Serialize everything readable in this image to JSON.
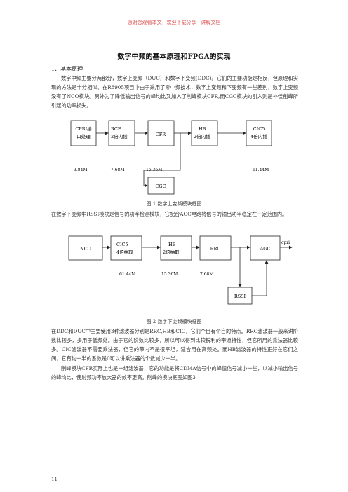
{
  "banner": "感谢您观看本文，欢迎下载分享 · 讲解文档",
  "title": "数字中频的基本原理和FPGA的实现",
  "section1": "1、基本原理",
  "para1": "数字中频主要分两部分，数字上变频（DUC）和数字下变频(DDC)。它们的主要功能是相反，但原理和实现的方法是十分相似。在R8905项目中由于采用了零中频技术，数字上变频和下变频有一些差别，数字上变频没有了NCO模块。另外为了降低输出信号的峰均比又加入了削峰模块CFR,而CGC模块的引入则是补偿削峰所引起的功率损失。",
  "fig1": {
    "blocks": [
      {
        "l1": "CPRI接",
        "l2": "口处理"
      },
      {
        "l1": "RCF",
        "l2": "2倍内插"
      },
      {
        "l1": "CFR",
        "l2": ""
      },
      {
        "l1": "HB",
        "l2": "2倍内插"
      },
      {
        "l1": "CIC5",
        "l2": "4倍内插"
      }
    ],
    "cgc": "CGC",
    "rates": [
      "3.84M",
      "7.68M",
      "15.36M",
      "61.44M"
    ],
    "caption": "图 1  数字上变频模块框图"
  },
  "para2": "在数字下变频中RSSI模块是信号的功率检测模块，它配合AGC电路将信号的输出功率稳定在一定范围内。",
  "fig2": {
    "blocks": [
      {
        "l1": "NCO",
        "l2": ""
      },
      {
        "l1": "CIC5",
        "l2": "4倍抽取"
      },
      {
        "l1": "HB",
        "l2": "2倍抽取"
      },
      {
        "l1": "RRC",
        "l2": ""
      },
      {
        "l1": "AGC",
        "l2": ""
      }
    ],
    "rssi": "RSSI",
    "cpri": "cpri",
    "rates": [
      "61.44M",
      "15.36M",
      "7.68M"
    ],
    "caption": "图 2  数字下变频模块框图"
  },
  "para3": "在DDC和DUC中主要使用3种滤波器分别是RRC,HB和CIC，它们个自有个自的特点。RRC滤波器一般来讲阶数比较多，多用于低频处。由于它的阶数比较多，所以可以得到比较锐利的带通特性，但它所用的乘法器比较多。CIC滤波器不需要乘法器，但它的带内不是很平坦，适合用在高频处。而HB滤波器的特性正好在它们之间，它有约一半的系数是0可以讲乘法器的个数减少一半。",
  "para4": "削峰模块CFR实际上也是一组滤波器，它的功能是将CDMA信号中的峰值信号减小一些，以减小输出信号的峰均比，使射频功率放大器的效率更高。削峰的模块框图如图3",
  "page_number": "11"
}
